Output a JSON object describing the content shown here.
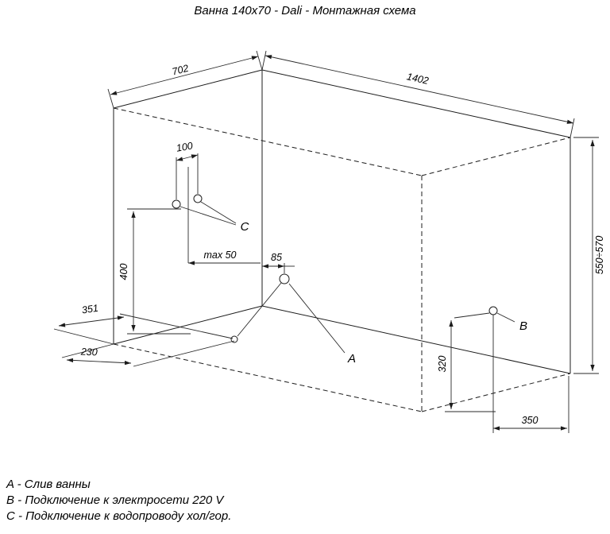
{
  "title": "Ванна 140x70 - Dali - Монтажная схема",
  "dimensions": {
    "width_top": "702",
    "length_top": "1402",
    "height_range": "550÷570",
    "pipes_spacing": "100",
    "pipes_offset": "max 50",
    "pipes_height": "400",
    "drain_from_side": "351",
    "drain_from_front": "230",
    "drain_offset": "85",
    "electric_height": "320",
    "electric_from_side": "350"
  },
  "points": {
    "a": "A",
    "b": "B",
    "c": "C"
  },
  "legend": [
    "A - Слив ванны",
    "B - Подключение к электросети 220 V",
    "C - Подключение к водопроводу хол/гор."
  ],
  "colors": {
    "line": "#1c1c1c",
    "background": "#ffffff"
  }
}
